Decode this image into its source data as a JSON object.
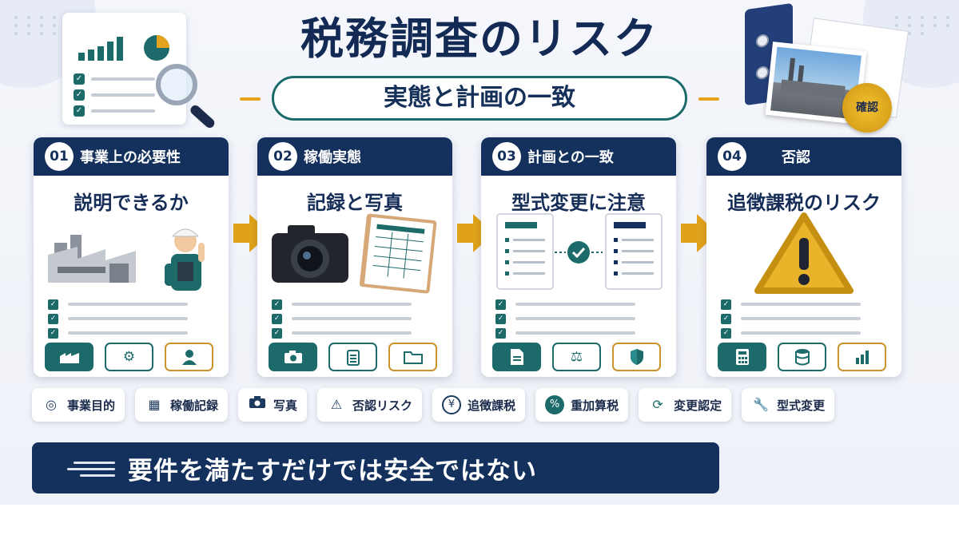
{
  "title": "税務調査のリスク",
  "subtitle": "実態と計画の一致",
  "seal_text": "確認",
  "cards": [
    {
      "num": "01",
      "head": "事業上の必要性",
      "sub": "説明できるか"
    },
    {
      "num": "02",
      "head": "稼働実態",
      "sub": "記録と写真"
    },
    {
      "num": "03",
      "head": "計画との一致",
      "sub": "型式変更に注意"
    },
    {
      "num": "04",
      "head": "否認",
      "sub": "追徴課税のリスク"
    }
  ],
  "chips": [
    {
      "label": "事業目的",
      "icon": "target-icon"
    },
    {
      "label": "稼働記録",
      "icon": "calendar-icon"
    },
    {
      "label": "写真",
      "icon": "camera-icon"
    },
    {
      "label": "否認リスク",
      "icon": "warning-icon"
    },
    {
      "label": "追徴課税",
      "icon": "yen-icon"
    },
    {
      "label": "重加算税",
      "icon": "percent-icon"
    },
    {
      "label": "変更認定",
      "icon": "refresh-icon"
    },
    {
      "label": "型式変更",
      "icon": "wrench-icon"
    }
  ],
  "banner": "要件を満たすだけでは安全ではない",
  "colors": {
    "navy": "#14315d",
    "teal": "#1d6a6a",
    "gold": "#e0a21a"
  }
}
